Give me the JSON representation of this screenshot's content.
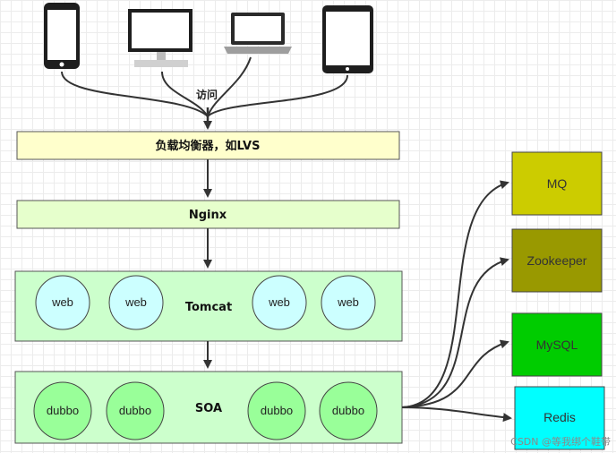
{
  "diagram": {
    "access_label": "访问",
    "load_balancer": "负载均衡器，如LVS",
    "nginx": "Nginx",
    "tomcat": {
      "label": "Tomcat",
      "nodes": [
        "web",
        "web",
        "web",
        "web"
      ]
    },
    "soa": {
      "label": "SOA",
      "nodes": [
        "dubbo",
        "dubbo",
        "dubbo",
        "dubbo"
      ]
    },
    "services": [
      {
        "label": "MQ",
        "color": "#cccc00"
      },
      {
        "label": "Zookeeper",
        "color": "#999900"
      },
      {
        "label": "MySQL",
        "color": "#00cc00"
      },
      {
        "label": "Redis",
        "color": "#00ffff"
      }
    ],
    "colors": {
      "load_balancer_fill": "#ffffcc",
      "nginx_fill": "#e6ffcc",
      "container_fill": "#ccffcc",
      "web_node_fill": "#ccffff",
      "dubbo_node_fill": "#99ff99"
    }
  },
  "watermark": "CSDN @等我绑个鞋带"
}
